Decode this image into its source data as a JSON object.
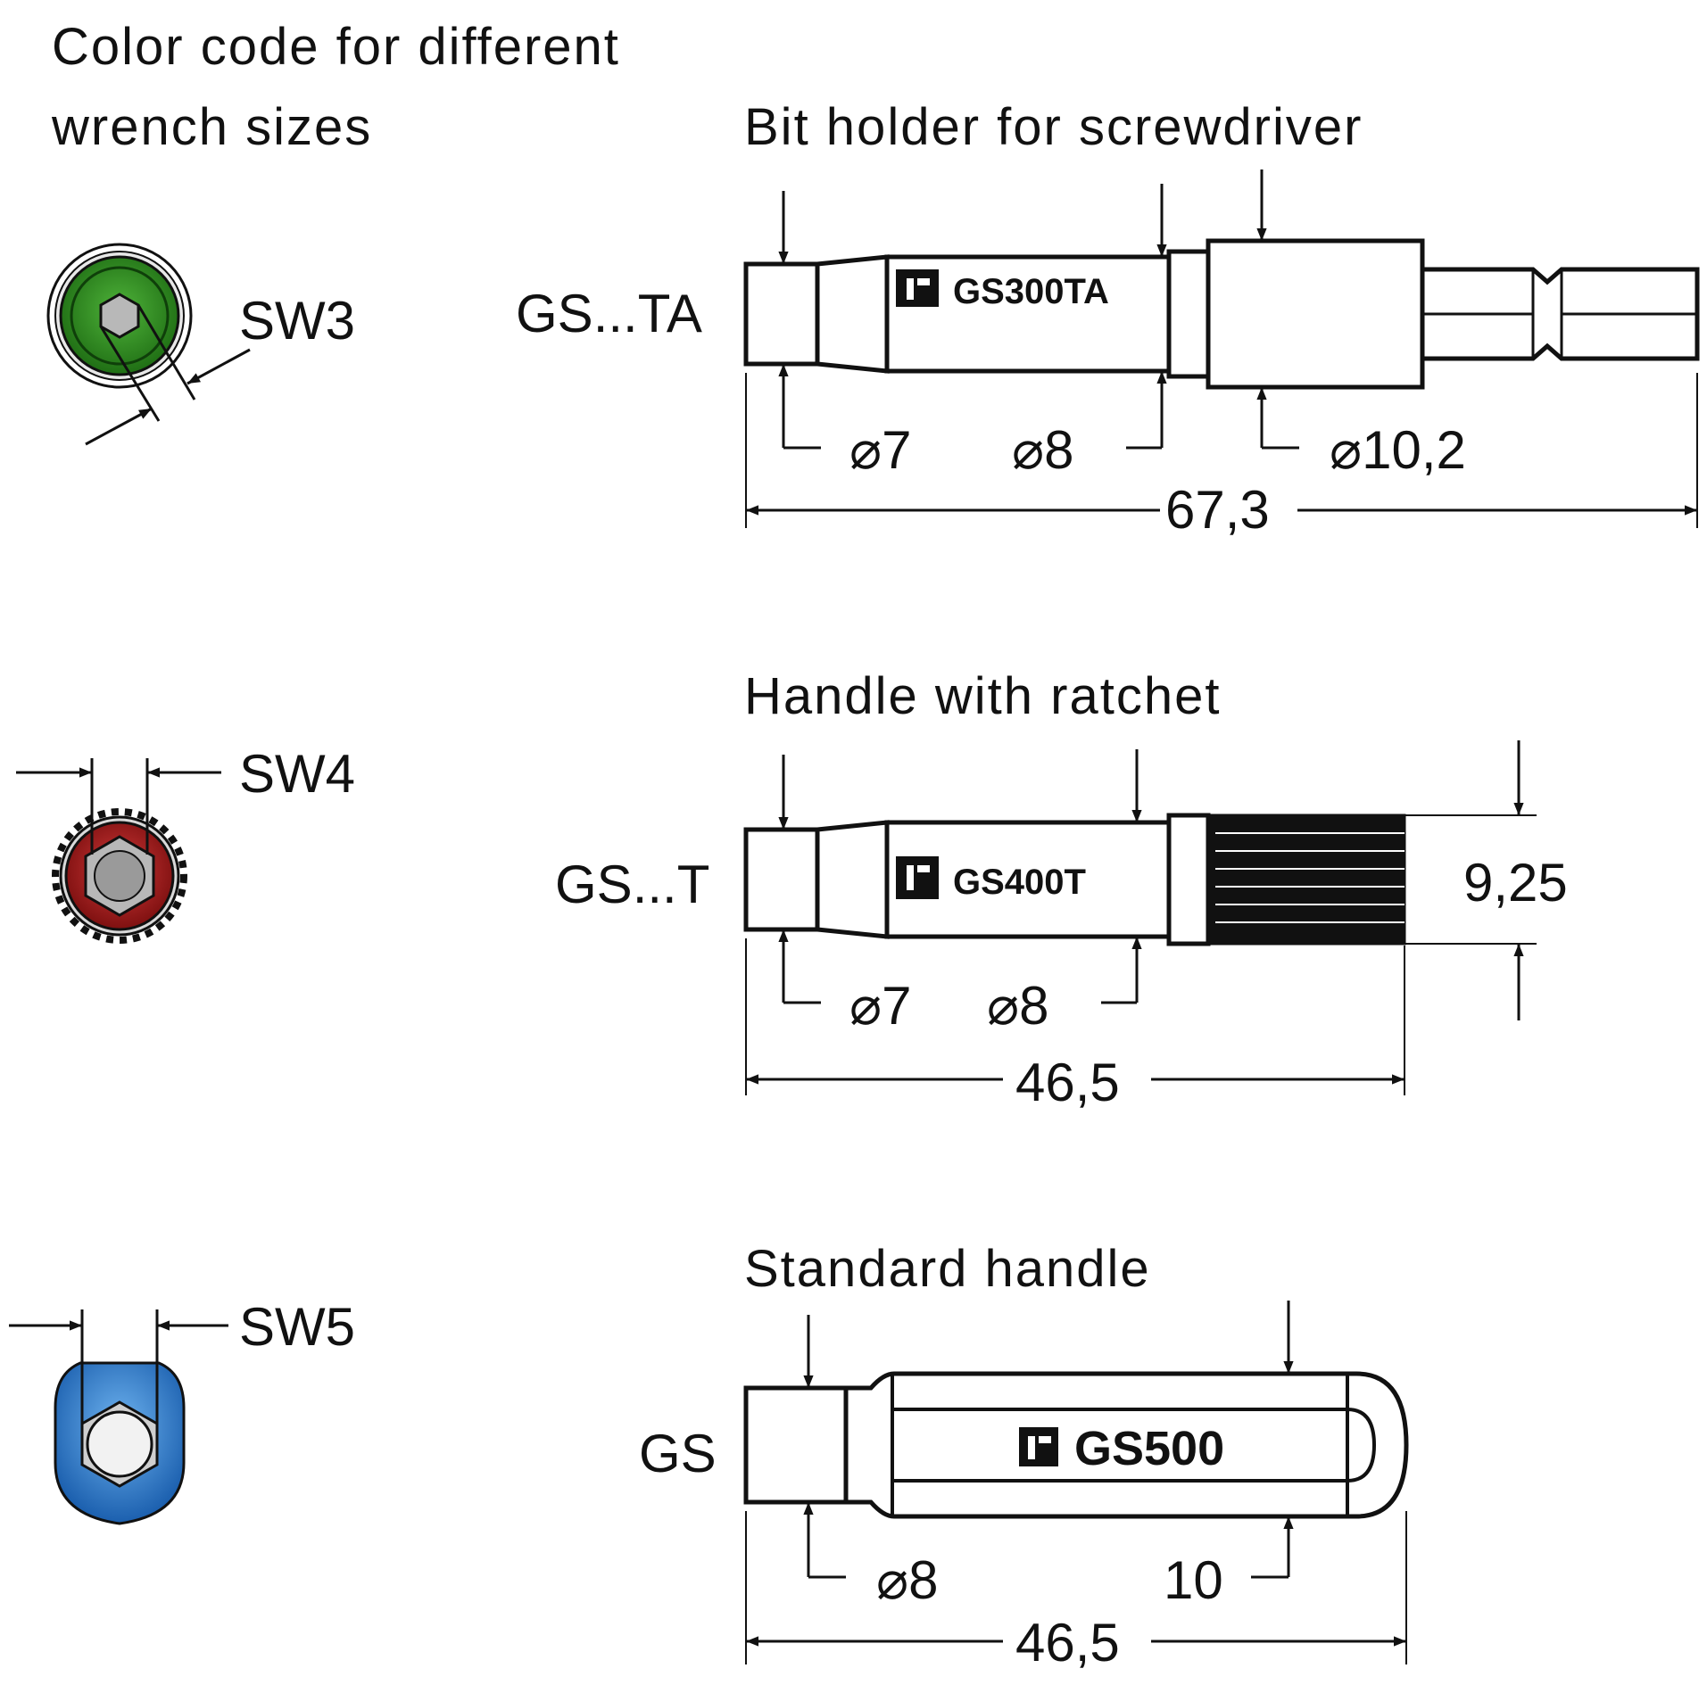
{
  "color_legend": {
    "title_line1": "Color code for different",
    "title_line2": "wrench sizes",
    "items": [
      {
        "label": "SW3",
        "color": "#2e8b1e"
      },
      {
        "label": "SW4",
        "color": "#b01e1e"
      },
      {
        "label": "SW5",
        "color": "#2e7fd0"
      }
    ]
  },
  "bit_holder": {
    "title": "Bit holder for screwdriver",
    "model": "GS...TA",
    "marking": "GS300TA",
    "dims": {
      "d1": "⌀7",
      "d2": "⌀8",
      "d3": "⌀10,2",
      "length": "67,3"
    }
  },
  "ratchet_handle": {
    "title": "Handle with ratchet",
    "model": "GS...T",
    "marking": "GS400T",
    "dims": {
      "d1": "⌀7",
      "d2": "⌀8",
      "height": "9,25",
      "length": "46,5"
    }
  },
  "standard_handle": {
    "title": "Standard handle",
    "model": "GS",
    "marking": "GS500",
    "dims": {
      "d1": "⌀8",
      "d2": "10",
      "length": "46,5"
    }
  }
}
